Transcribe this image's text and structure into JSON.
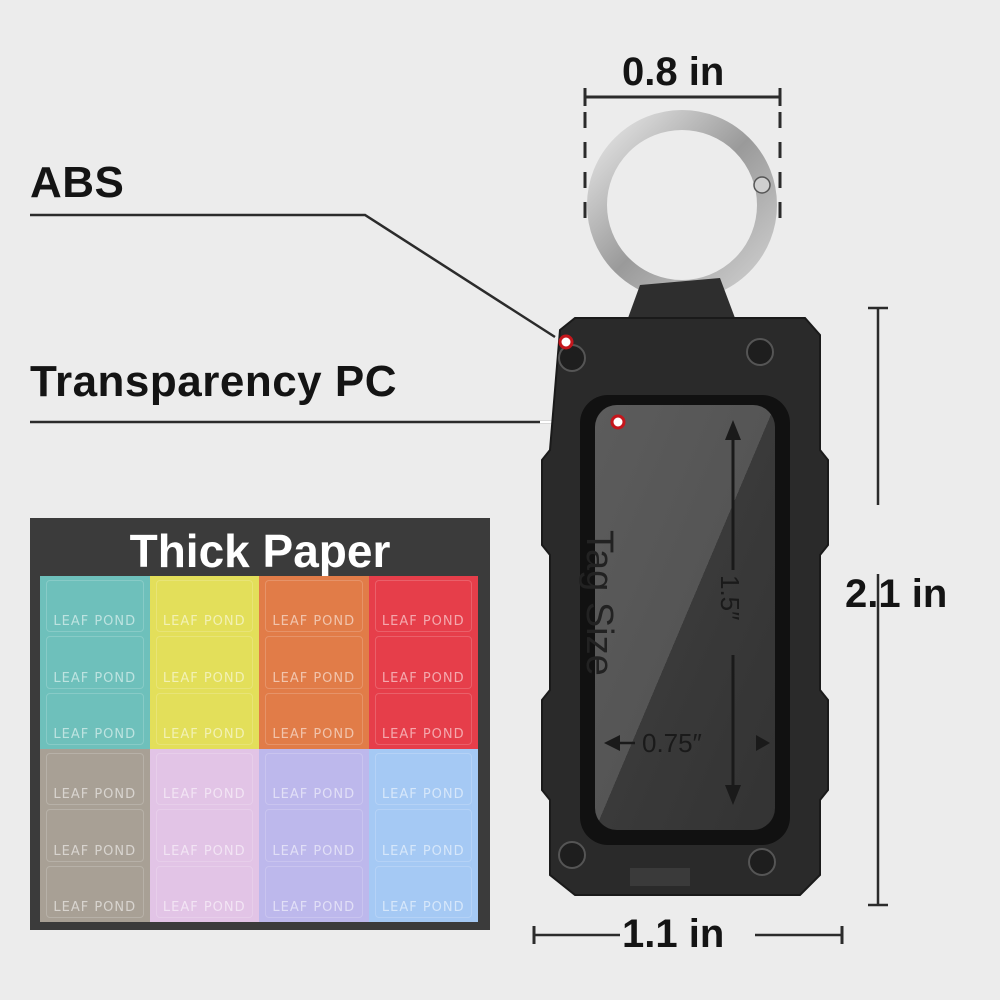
{
  "callouts": {
    "material_1": "ABS",
    "material_2": "Transparency PC"
  },
  "dimensions": {
    "ring_width": "0.8 in",
    "height": "2.1 in",
    "width": "1.1 in",
    "tag_length": "1.5″",
    "tag_width": "0.75″",
    "tag_area_text": "Tag Size"
  },
  "paper": {
    "title": "Thick Paper",
    "brand": "LEAF POND",
    "sheets": [
      {
        "color": "#6ec0bb"
      },
      {
        "color": "#e3df5a"
      },
      {
        "color": "#e17c48"
      },
      {
        "color": "#e63e4a"
      },
      {
        "color": "#a8a095"
      },
      {
        "color": "#e2c4e6"
      },
      {
        "color": "#bdb8ec"
      },
      {
        "color": "#a5c9f4"
      }
    ]
  },
  "colors": {
    "background": "#ececec",
    "text": "#141414",
    "marker": "#c4161c",
    "case": "#2a2a2a"
  }
}
